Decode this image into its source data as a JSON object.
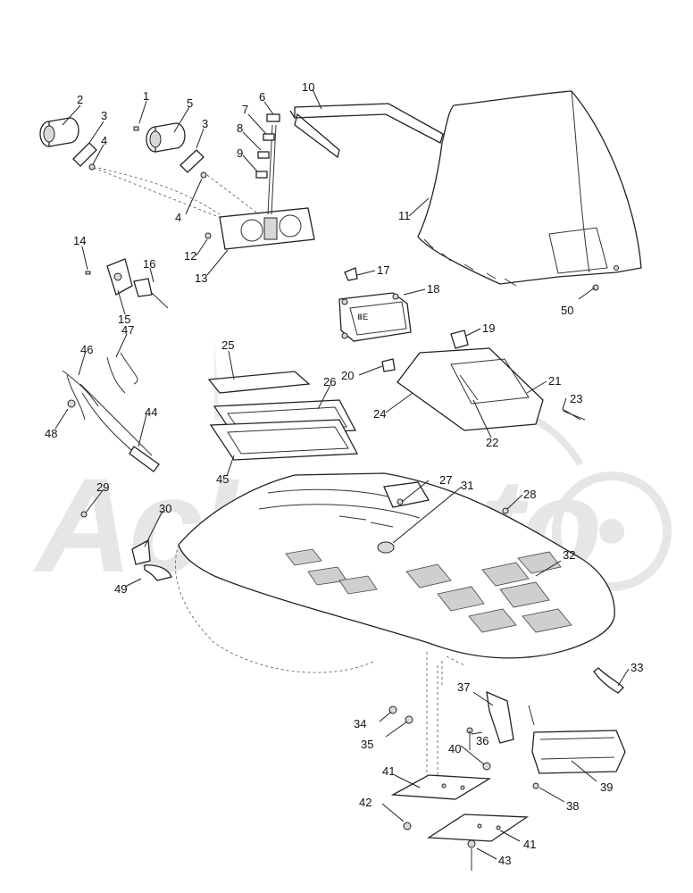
{
  "watermark": "AcHMoto",
  "callouts": [
    "1",
    "2",
    "3",
    "3",
    "4",
    "4",
    "5",
    "6",
    "7",
    "8",
    "9",
    "10",
    "11",
    "12",
    "13",
    "14",
    "15",
    "16",
    "17",
    "18",
    "19",
    "20",
    "21",
    "22",
    "23",
    "24",
    "25",
    "26",
    "27",
    "28",
    "29",
    "30",
    "31",
    "32",
    "33",
    "34",
    "35",
    "36",
    "37",
    "38",
    "39",
    "40",
    "41",
    "41",
    "42",
    "43",
    "44",
    "45",
    "46",
    "47",
    "48",
    "49",
    "50"
  ]
}
